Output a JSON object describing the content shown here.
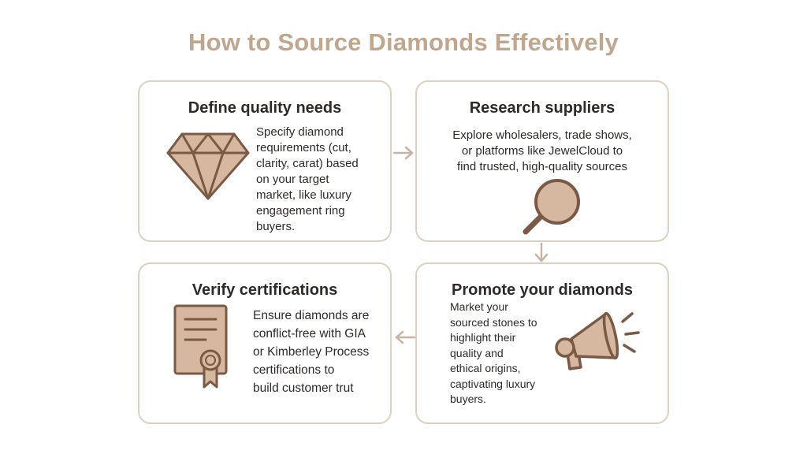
{
  "title": "How to Source Diamonds Effectively",
  "colors": {
    "title": "#c0a68c",
    "border": "#ddd1c4",
    "icon_fill": "#d6b7a0",
    "icon_stroke": "#7a5a45",
    "text": "#2e2a27"
  },
  "steps": [
    {
      "title": "Define quality needs",
      "icon": "diamond-icon",
      "lines": [
        "Specify diamond",
        "requirements (cut,",
        "clarity, carat) based",
        "on your target",
        "market, like luxury",
        "engagement ring",
        "buyers."
      ]
    },
    {
      "title": "Research suppliers",
      "icon": "magnifying-glass-icon",
      "lines": [
        "Explore wholesalers, trade shows,",
        "or platforms like JewelCloud to",
        "find trusted, high-quality sources"
      ]
    },
    {
      "title": "Verify certifications",
      "icon": "certificate-icon",
      "lines": [
        "Ensure diamonds are",
        "conflict-free with GIA",
        "or Kimberley Process",
        "certifications to",
        "build customer trut"
      ]
    },
    {
      "title": "Promote your diamonds",
      "icon": "megaphone-icon",
      "lines": [
        "Market your",
        "sourced stones to",
        "highlight their",
        "quality and",
        "ethical origins,",
        "captivating luxury",
        "buyers."
      ]
    }
  ]
}
